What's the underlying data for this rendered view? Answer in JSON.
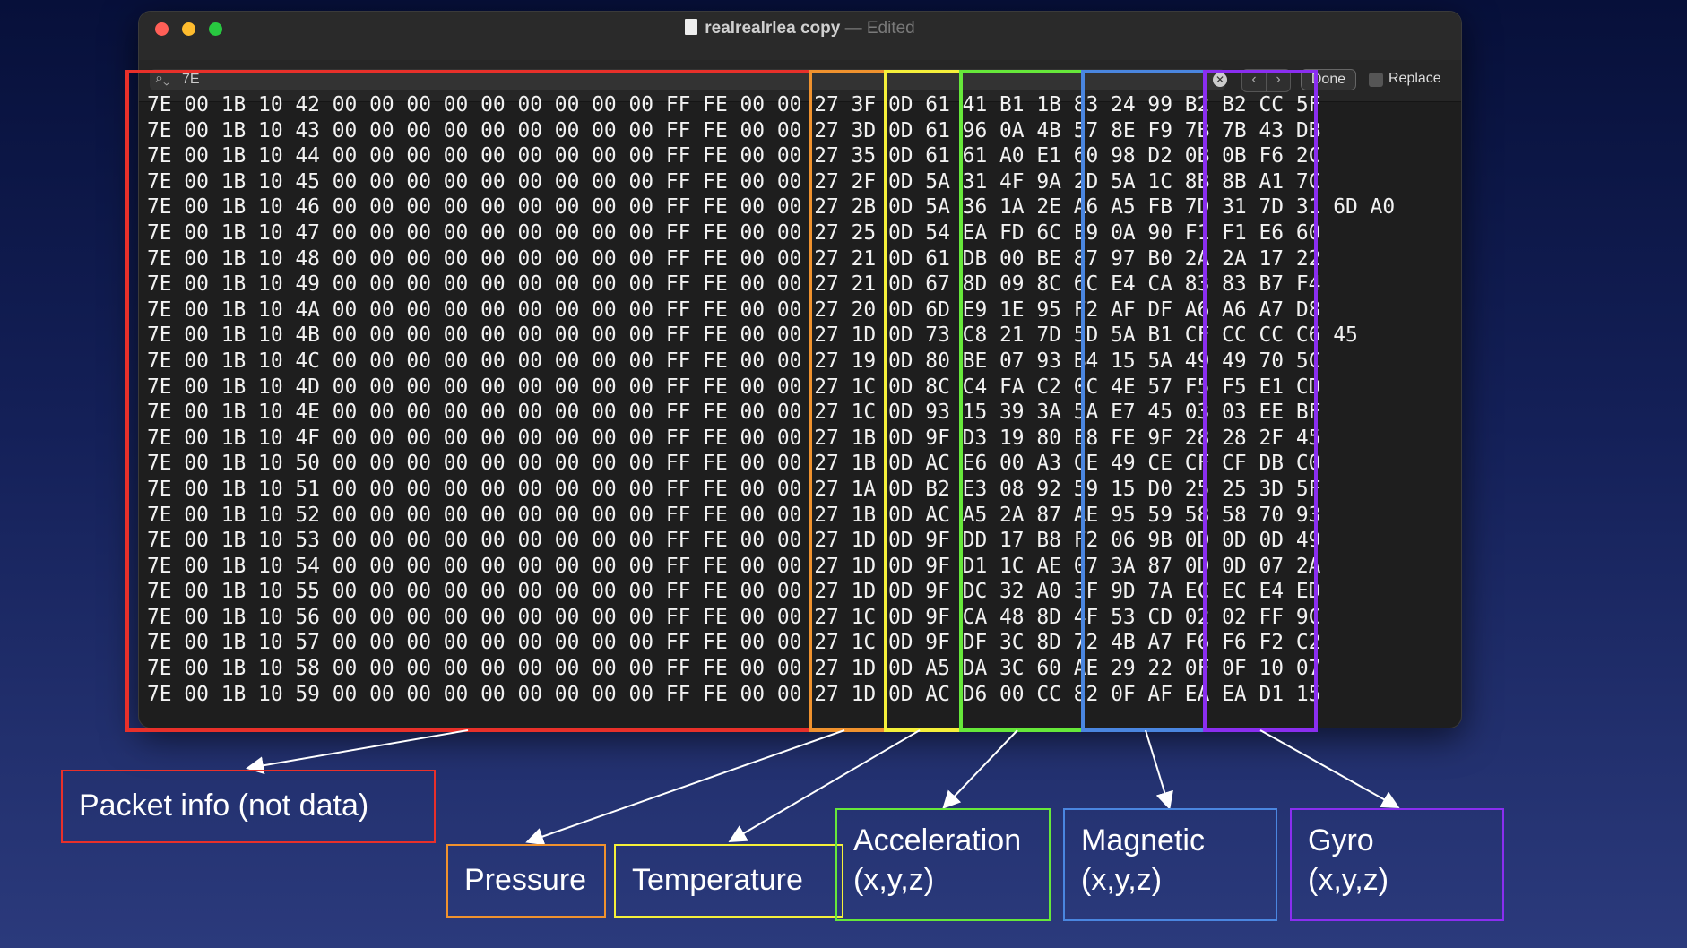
{
  "window": {
    "title": "realrealrlea copy",
    "separator": "—",
    "status": "Edited"
  },
  "findbar": {
    "search_value": "7E",
    "prev": "‹",
    "next": "›",
    "done_label": "Done",
    "replace_label": "Replace"
  },
  "colors": {
    "packet": "#e8302a",
    "pressure": "#f0922e",
    "temperature": "#f5f03a",
    "acceleration": "#66e83a",
    "magnetic": "#4a86e0",
    "gyro": "#8a2ef0"
  },
  "rows": [
    {
      "packet": "7E 00 1B 10 42 00 00 00 00 00 00 00 00 00 FF FE 00 00",
      "pressure": "27 3F",
      "temperature": "0D 61",
      "acceleration": "41 B1 1B",
      "magnetic": "83 24 99",
      "gyro": "B2 B2 CC",
      "extra": "5F"
    },
    {
      "packet": "7E 00 1B 10 43 00 00 00 00 00 00 00 00 00 FF FE 00 00",
      "pressure": "27 3D",
      "temperature": "0D 61",
      "acceleration": "96 0A 4B",
      "magnetic": "57 8E F9",
      "gyro": "7B 7B 43",
      "extra": "DB"
    },
    {
      "packet": "7E 00 1B 10 44 00 00 00 00 00 00 00 00 00 FF FE 00 00",
      "pressure": "27 35",
      "temperature": "0D 61",
      "acceleration": "61 A0 E1",
      "magnetic": "60 98 D2",
      "gyro": "0B 0B F6",
      "extra": "2C"
    },
    {
      "packet": "7E 00 1B 10 45 00 00 00 00 00 00 00 00 00 FF FE 00 00",
      "pressure": "27 2F",
      "temperature": "0D 5A",
      "acceleration": "31 4F 9A",
      "magnetic": "2D 5A 1C",
      "gyro": "8B 8B A1",
      "extra": "7C"
    },
    {
      "packet": "7E 00 1B 10 46 00 00 00 00 00 00 00 00 00 FF FE 00 00",
      "pressure": "27 2B",
      "temperature": "0D 5A",
      "acceleration": "36 1A 2E",
      "magnetic": "A6 A5 FB",
      "gyro": "7D 31 7D",
      "extra": "31 6D A0"
    },
    {
      "packet": "7E 00 1B 10 47 00 00 00 00 00 00 00 00 00 FF FE 00 00",
      "pressure": "27 25",
      "temperature": "0D 54",
      "acceleration": "EA FD 6C",
      "magnetic": "E9 0A 90",
      "gyro": "F1 F1 E6",
      "extra": "60"
    },
    {
      "packet": "7E 00 1B 10 48 00 00 00 00 00 00 00 00 00 FF FE 00 00",
      "pressure": "27 21",
      "temperature": "0D 61",
      "acceleration": "DB 00 BE",
      "magnetic": "87 97 B0",
      "gyro": "2A 2A 17",
      "extra": "22"
    },
    {
      "packet": "7E 00 1B 10 49 00 00 00 00 00 00 00 00 00 FF FE 00 00",
      "pressure": "27 21",
      "temperature": "0D 67",
      "acceleration": "8D 09 8C",
      "magnetic": "6C E4 CA",
      "gyro": "83 83 B7",
      "extra": "F4"
    },
    {
      "packet": "7E 00 1B 10 4A 00 00 00 00 00 00 00 00 00 FF FE 00 00",
      "pressure": "27 20",
      "temperature": "0D 6D",
      "acceleration": "E9 1E 95",
      "magnetic": "F2 AF DF",
      "gyro": "A6 A6 A7",
      "extra": "D8"
    },
    {
      "packet": "7E 00 1B 10 4B 00 00 00 00 00 00 00 00 00 FF FE 00 00",
      "pressure": "27 1D",
      "temperature": "0D 73",
      "acceleration": "C8 21 7D",
      "magnetic": "5D 5A B1",
      "gyro": "CF CC CC",
      "extra": "C6 45"
    },
    {
      "packet": "7E 00 1B 10 4C 00 00 00 00 00 00 00 00 00 FF FE 00 00",
      "pressure": "27 19",
      "temperature": "0D 80",
      "acceleration": "BE 07 93",
      "magnetic": "B4 15 5A",
      "gyro": "49 49 70",
      "extra": "5C"
    },
    {
      "packet": "7E 00 1B 10 4D 00 00 00 00 00 00 00 00 00 FF FE 00 00",
      "pressure": "27 1C",
      "temperature": "0D 8C",
      "acceleration": "C4 FA C2",
      "magnetic": "0C 4E 57",
      "gyro": "F5 F5 E1",
      "extra": "CD"
    },
    {
      "packet": "7E 00 1B 10 4E 00 00 00 00 00 00 00 00 00 FF FE 00 00",
      "pressure": "27 1C",
      "temperature": "0D 93",
      "acceleration": "15 39 3A",
      "magnetic": "5A E7 45",
      "gyro": "03 03 EE",
      "extra": "BF"
    },
    {
      "packet": "7E 00 1B 10 4F 00 00 00 00 00 00 00 00 00 FF FE 00 00",
      "pressure": "27 1B",
      "temperature": "0D 9F",
      "acceleration": "D3 19 80",
      "magnetic": "E8 FE 9F",
      "gyro": "28 28 2F",
      "extra": "45"
    },
    {
      "packet": "7E 00 1B 10 50 00 00 00 00 00 00 00 00 00 FF FE 00 00",
      "pressure": "27 1B",
      "temperature": "0D AC",
      "acceleration": "E6 00 A3",
      "magnetic": "CE 49 CE",
      "gyro": "CF CF DB",
      "extra": "C0"
    },
    {
      "packet": "7E 00 1B 10 51 00 00 00 00 00 00 00 00 00 FF FE 00 00",
      "pressure": "27 1A",
      "temperature": "0D B2",
      "acceleration": "E3 08 92",
      "magnetic": "59 15 D0",
      "gyro": "25 25 3D",
      "extra": "5F"
    },
    {
      "packet": "7E 00 1B 10 52 00 00 00 00 00 00 00 00 00 FF FE 00 00",
      "pressure": "27 1B",
      "temperature": "0D AC",
      "acceleration": "A5 2A 87",
      "magnetic": "AE 95 59",
      "gyro": "58 58 70",
      "extra": "93"
    },
    {
      "packet": "7E 00 1B 10 53 00 00 00 00 00 00 00 00 00 FF FE 00 00",
      "pressure": "27 1D",
      "temperature": "0D 9F",
      "acceleration": "DD 17 B8",
      "magnetic": "F2 06 9B",
      "gyro": "0D 0D 0D",
      "extra": "49"
    },
    {
      "packet": "7E 00 1B 10 54 00 00 00 00 00 00 00 00 00 FF FE 00 00",
      "pressure": "27 1D",
      "temperature": "0D 9F",
      "acceleration": "D1 1C AE",
      "magnetic": "07 3A 87",
      "gyro": "0D 0D 07",
      "extra": "2A"
    },
    {
      "packet": "7E 00 1B 10 55 00 00 00 00 00 00 00 00 00 FF FE 00 00",
      "pressure": "27 1D",
      "temperature": "0D 9F",
      "acceleration": "DC 32 A0",
      "magnetic": "3F 9D 7A",
      "gyro": "EC EC E4",
      "extra": "ED"
    },
    {
      "packet": "7E 00 1B 10 56 00 00 00 00 00 00 00 00 00 FF FE 00 00",
      "pressure": "27 1C",
      "temperature": "0D 9F",
      "acceleration": "CA 48 8D",
      "magnetic": "4F 53 CD",
      "gyro": "02 02 FF",
      "extra": "9C"
    },
    {
      "packet": "7E 00 1B 10 57 00 00 00 00 00 00 00 00 00 FF FE 00 00",
      "pressure": "27 1C",
      "temperature": "0D 9F",
      "acceleration": "DF 3C 8D",
      "magnetic": "72 4B A7",
      "gyro": "F6 F6 F2",
      "extra": "C2"
    },
    {
      "packet": "7E 00 1B 10 58 00 00 00 00 00 00 00 00 00 FF FE 00 00",
      "pressure": "27 1D",
      "temperature": "0D A5",
      "acceleration": "DA 3C 60",
      "magnetic": "AE 29 22",
      "gyro": "0F 0F 10",
      "extra": "07"
    },
    {
      "packet": "7E 00 1B 10 59 00 00 00 00 00 00 00 00 00 FF FE 00 00",
      "pressure": "27 1D",
      "temperature": "0D AC",
      "acceleration": "D6 00 CC",
      "magnetic": "82 0F AF",
      "gyro": "EA EA D1",
      "extra": "15"
    }
  ],
  "labels": {
    "packet": "Packet info (not data)",
    "pressure": "Pressure",
    "temperature": "Temperature",
    "acceleration": [
      "Acceleration",
      "(x,y,z)"
    ],
    "magnetic": [
      "Magnetic",
      "(x,y,z)"
    ],
    "gyro": [
      "Gyro",
      "(x,y,z)"
    ]
  }
}
